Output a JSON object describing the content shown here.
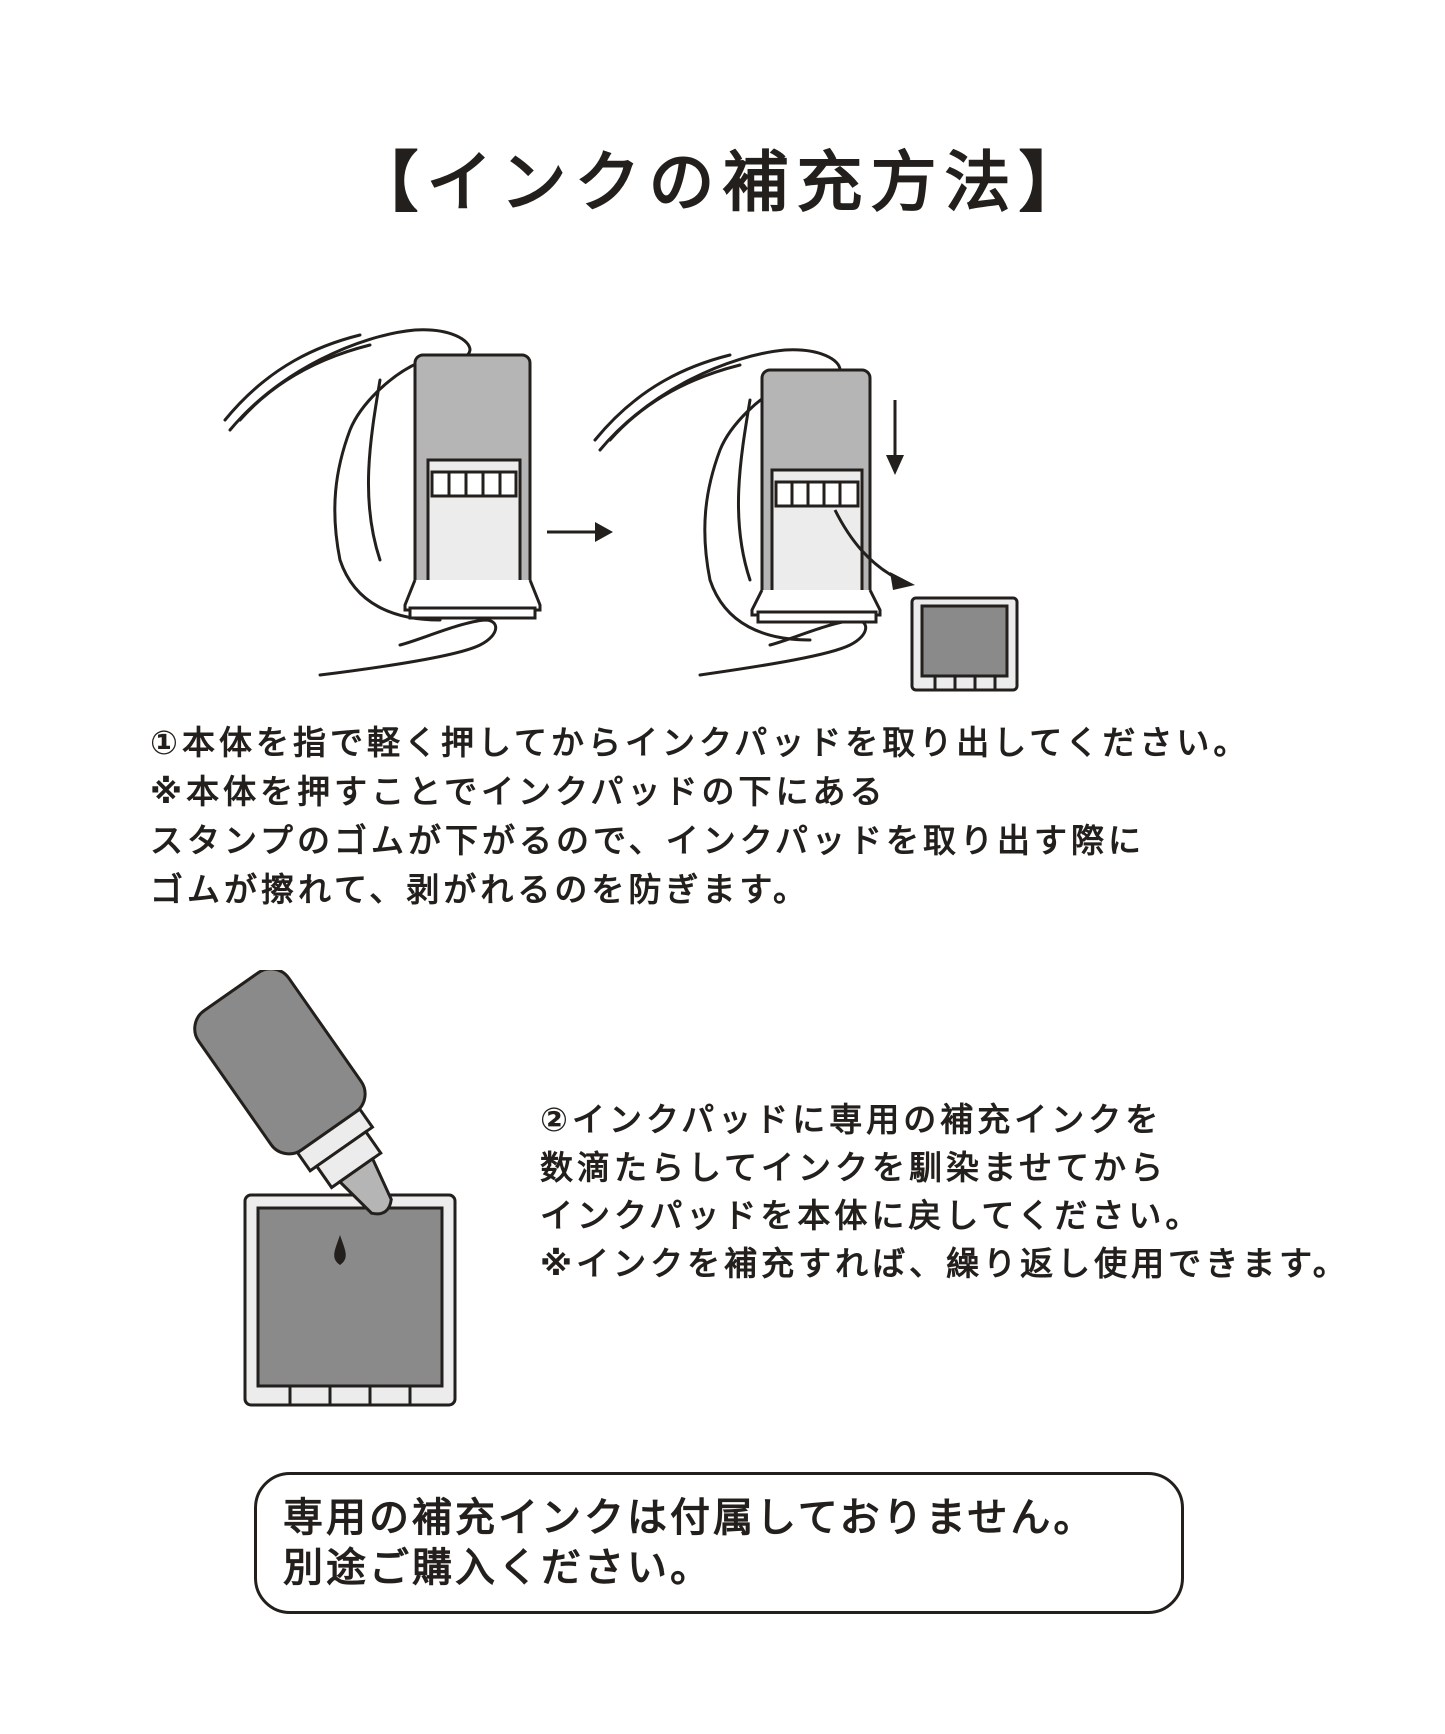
{
  "title": "【インクの補充方法】",
  "step1": {
    "lines": [
      "①本体を指で軽く押してからインクパッドを取り出してください。",
      "※本体を押すことでインクパッドの下にある",
      "スタンプのゴムが下がるので、インクパッドを取り出す際に",
      "ゴムが擦れて、剥がれるのを防ぎます。"
    ]
  },
  "step2": {
    "lines": [
      "②インクパッドに専用の補充インクを",
      "数滴たらしてインクを馴染ませてから",
      "インクパッドを本体に戻してください。",
      "※インクを補充すれば、繰り返し使用できます。"
    ]
  },
  "notice": {
    "lines": [
      "専用の補充インクは付属しておりません。",
      "別途ご購入ください。"
    ]
  },
  "colors": {
    "ink": "#231f1c",
    "gray_fill": "#b5b5b5",
    "light_fill": "#ececec",
    "pad_fill": "#8a8a8a"
  }
}
